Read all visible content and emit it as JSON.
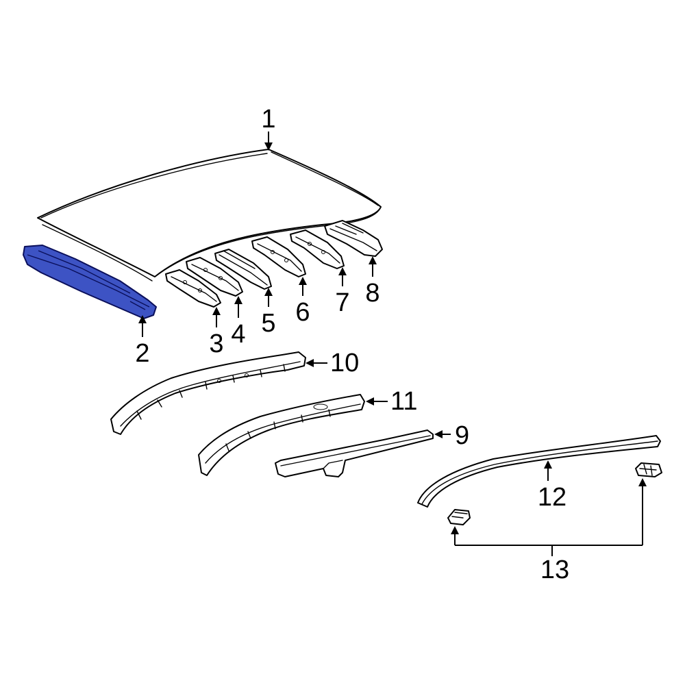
{
  "highlight_color": "#3d53c4",
  "callouts": {
    "c1": "1",
    "c2": "2",
    "c3": "3",
    "c4": "4",
    "c5": "5",
    "c6": "6",
    "c7": "7",
    "c8": "8",
    "c9": "9",
    "c10": "10",
    "c11": "11",
    "c12": "12",
    "c13": "13"
  }
}
